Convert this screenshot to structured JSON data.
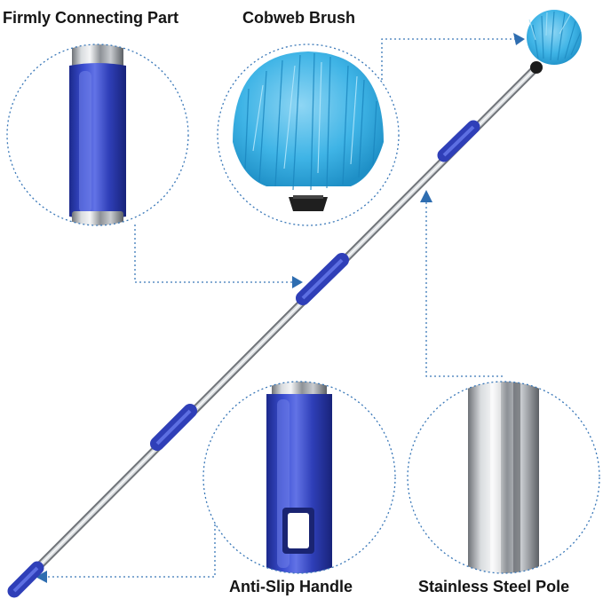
{
  "labels": {
    "connecting_part": "Firmly Connecting Part",
    "cobweb_brush": "Cobweb Brush",
    "anti_slip_handle": "Anti-Slip Handle",
    "steel_pole": "Stainless Steel Pole"
  },
  "colors": {
    "handle_blue": "#2f3fb8",
    "brush_blue": "#3fb4e6",
    "steel": "#b9bcc0",
    "callout_line": "#3a78b8",
    "arrow": "#2e6db0",
    "text": "#151515"
  }
}
